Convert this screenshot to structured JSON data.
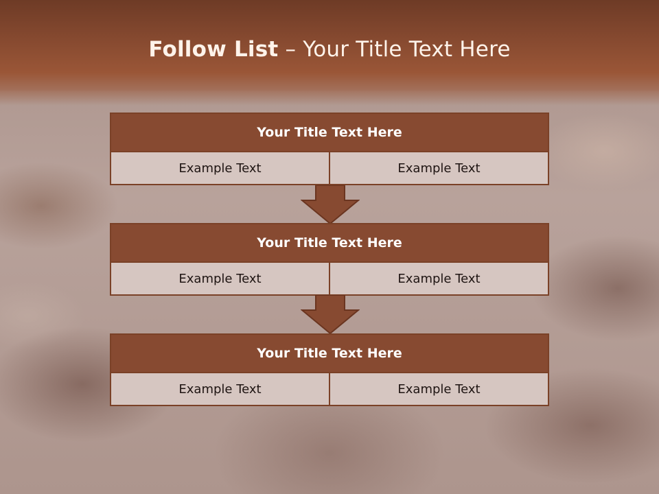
{
  "slide": {
    "title_bold": "Follow List",
    "title_rest": " – Your Title Text Here"
  },
  "blocks": [
    {
      "title": "Your Title Text Here",
      "cells": [
        "Example Text",
        "Example Text"
      ]
    },
    {
      "title": "Your Title Text Here",
      "cells": [
        "Example Text",
        "Example Text"
      ]
    },
    {
      "title": "Your Title Text Here",
      "cells": [
        "Example Text",
        "Example Text"
      ]
    }
  ],
  "colors": {
    "header": "#874a30",
    "block_title": "#874a31",
    "cell_bg": "#d6c6c1",
    "border": "#7a4127"
  }
}
